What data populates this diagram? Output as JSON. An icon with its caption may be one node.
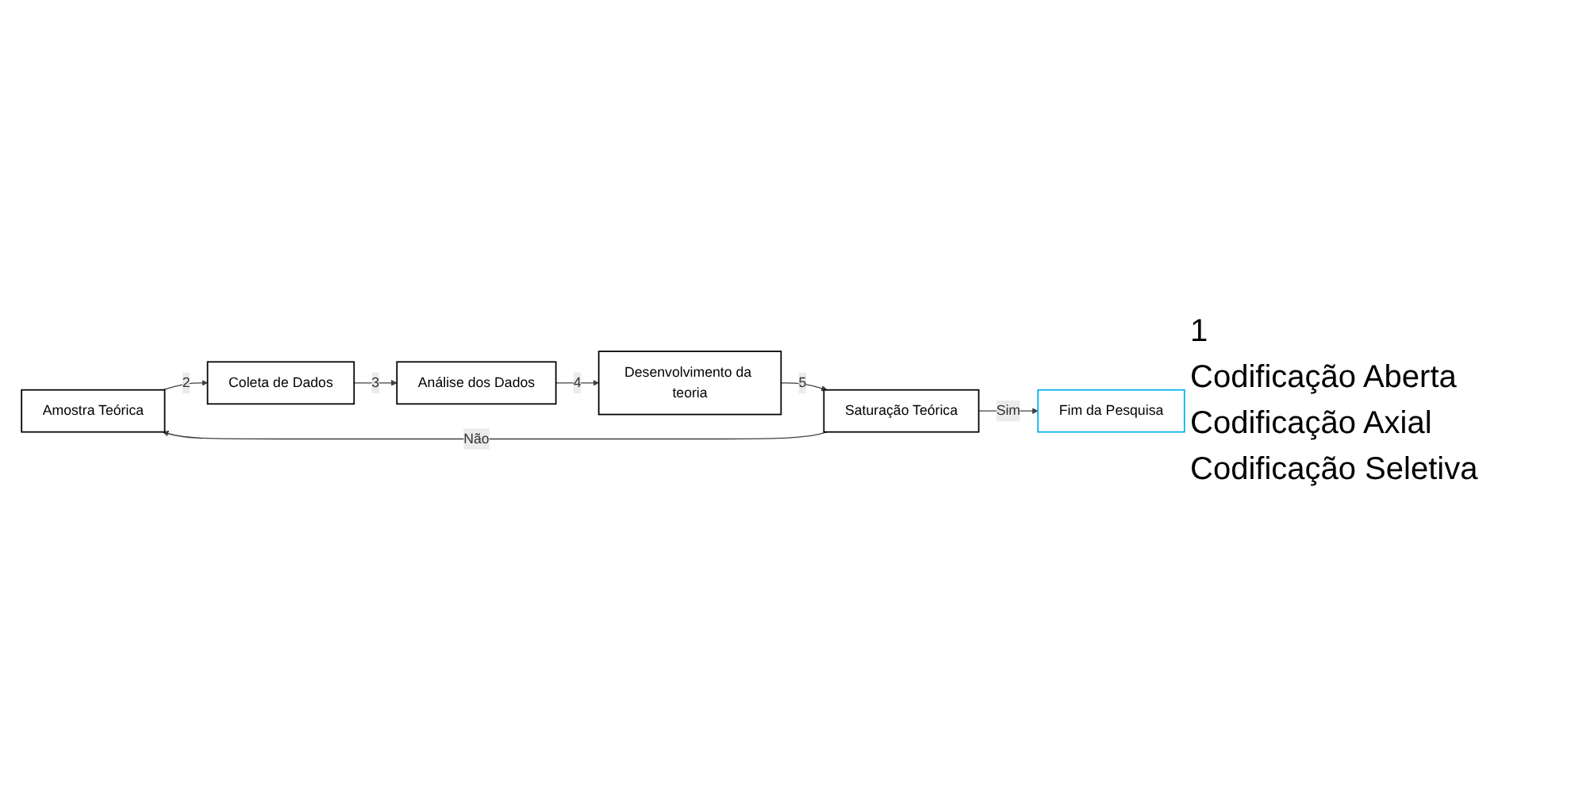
{
  "diagram": {
    "nodes": [
      {
        "text": [
          "Amostra Teórica"
        ]
      },
      {
        "text": [
          "Coleta de Dados"
        ]
      },
      {
        "text": [
          "Análise dos Dados"
        ]
      },
      {
        "text": [
          "Desenvolvimento da teoria"
        ]
      },
      {
        "text": [
          "Saturação Teórica"
        ]
      },
      {
        "text": [
          "Fim da Pesquisa"
        ]
      }
    ],
    "edges": [
      {
        "from": 4,
        "to": 0,
        "arrow": "to",
        "label": "Não"
      },
      {
        "from": 0,
        "to": 1,
        "arrow": "to",
        "label": "2"
      },
      {
        "from": 1,
        "to": 2,
        "arrow": "to",
        "label": "3"
      },
      {
        "from": 2,
        "to": 3,
        "arrow": "to",
        "label": "4"
      },
      {
        "from": 3,
        "to": 4,
        "arrow": "to",
        "label": "5"
      },
      {
        "from": 4,
        "to": 5,
        "arrow": "to",
        "label": "Sim"
      }
    ],
    "labels": [
      "1",
      "Codificação Aberta",
      "Codificação Axial",
      "Codificação Seletiva"
    ]
  }
}
